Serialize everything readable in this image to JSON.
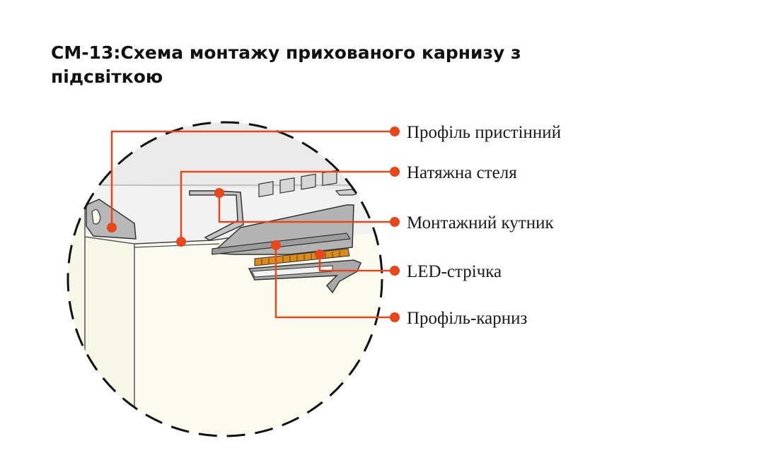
{
  "title": "СМ-13:Схема монтажу прихованого карнизу з підсвіткою",
  "callouts": [
    {
      "id": "wall-profile",
      "text": "Профіль пристінний"
    },
    {
      "id": "stretch-ceiling",
      "text": "Натяжна стеля"
    },
    {
      "id": "mounting-angle",
      "text": "Монтажний кутник"
    },
    {
      "id": "led-strip",
      "text": "LED-стрічка"
    },
    {
      "id": "cornice-profile",
      "text": "Профіль-карниз"
    }
  ],
  "colors": {
    "accent": "#e8471b",
    "ceiling": "#e9e9e9",
    "wall": "#fbfbef",
    "profile": "#b5b5b5",
    "led": "#d98b1c"
  }
}
